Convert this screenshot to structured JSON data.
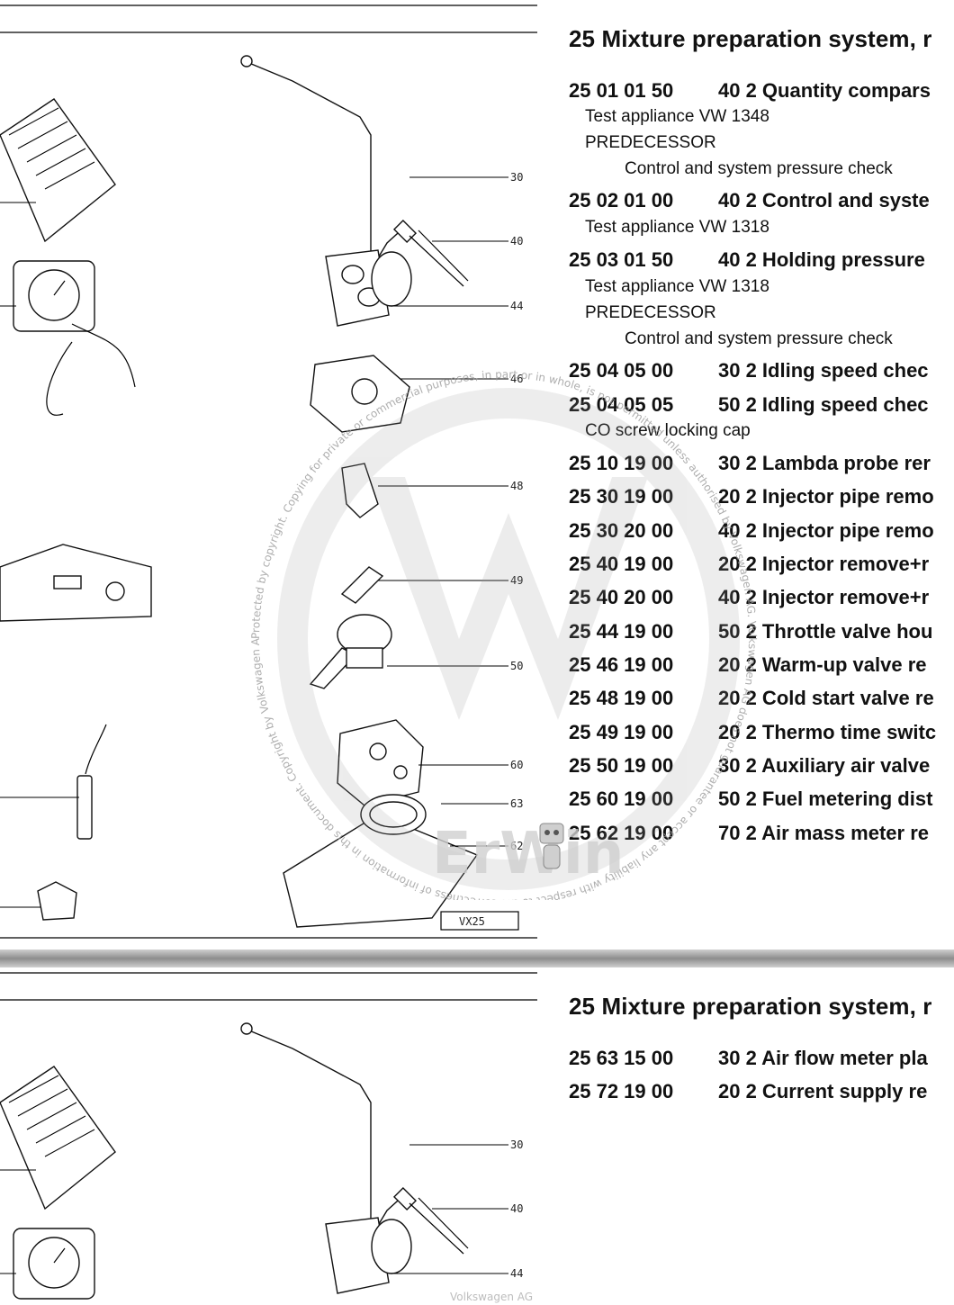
{
  "page1": {
    "title": "25 Mixture preparation system, r",
    "entries": [
      {
        "code": "25 01 01 50",
        "desc": "40 2 Quantity compars"
      },
      {
        "sub": "Test appliance VW 1348"
      },
      {
        "sub": "PREDECESSOR"
      },
      {
        "sub2": "Control and system pressure check"
      },
      {
        "code": "25 02 01 00",
        "desc": "40 2 Control and syste"
      },
      {
        "sub": "Test appliance VW 1318"
      },
      {
        "code": "25 03 01 50",
        "desc": "40 2 Holding pressure"
      },
      {
        "sub": "Test appliance VW 1318"
      },
      {
        "sub": "PREDECESSOR"
      },
      {
        "sub2": "Control and system pressure check"
      },
      {
        "code": "25 04 05 00",
        "desc": "30 2 Idling speed chec"
      },
      {
        "code": "25 04 05 05",
        "desc": "50 2 Idling speed chec"
      },
      {
        "sub": "CO screw locking cap"
      },
      {
        "code": "25 10 19 00",
        "desc": "30 2 Lambda probe rer"
      },
      {
        "code": "25 30 19 00",
        "desc": "20 2 Injector pipe remo"
      },
      {
        "code": "25 30 20 00",
        "desc": "40 2 Injector pipe remo"
      },
      {
        "code": "25 40 19 00",
        "desc": "20 2 Injector remove+r"
      },
      {
        "code": "25 40 20 00",
        "desc": "40 2 Injector remove+r"
      },
      {
        "code": "25 44 19 00",
        "desc": "50 2 Throttle valve hou"
      },
      {
        "code": "25 46 19 00",
        "desc": "20 2 Warm-up valve re"
      },
      {
        "code": "25 48 19 00",
        "desc": "20 2 Cold start valve re"
      },
      {
        "code": "25 49 19 00",
        "desc": "20 2 Thermo time switc"
      },
      {
        "code": "25 50 19 00",
        "desc": "30 2 Auxiliary air valve"
      },
      {
        "code": "25 60 19 00",
        "desc": "50 2 Fuel metering dist"
      },
      {
        "code": "25 62 19 00",
        "desc": "70 2 Air mass meter re"
      }
    ],
    "callouts": [
      "30",
      "40",
      "44",
      "46",
      "48",
      "49",
      "50",
      "60",
      "63",
      "62"
    ],
    "drawing_id": "VX25"
  },
  "page2": {
    "title": "25 Mixture preparation system, r",
    "entries": [
      {
        "code": "25 63 15 00",
        "desc": "30 2 Air flow meter pla"
      },
      {
        "code": "25 72 19 00",
        "desc": "20 2 Current supply re"
      }
    ],
    "callouts": [
      "30",
      "40",
      "44"
    ]
  },
  "watermark": {
    "ring_text": "Protected by copyright. Copying for private or commercial purposes, in part or in whole, is not permitted unless authorised by Volkswagen AG. Volkswagen AG does not guarantee or accept any liability with respect to the correctness of information in this document. Copyright by Volkswagen AG.",
    "brand_text": "ErWin",
    "footer_text": "Volkswagen AG"
  },
  "colors": {
    "text": "#111111",
    "divider": "#8d8d8d",
    "watermark": "#d9d9d9"
  }
}
